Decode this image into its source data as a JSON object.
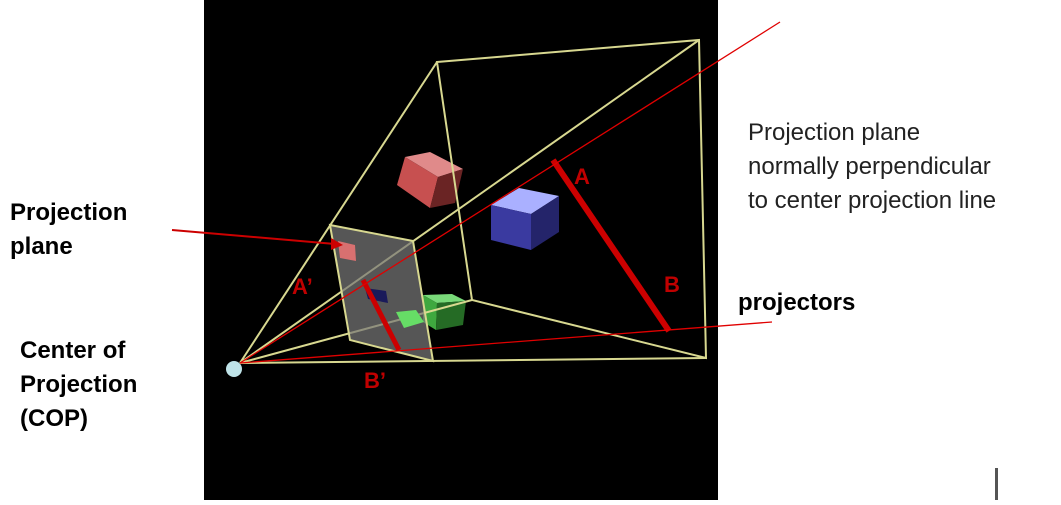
{
  "labels": {
    "projection_plane_left": "Projection\nplane",
    "cop": "Center of\nProjection\n(COP)",
    "projection_plane_right": "Projection plane\nnormally perpendicular\nto center projection line",
    "projectors": "projectors",
    "point_a": "A",
    "point_b": "B",
    "point_a_prime": "A’",
    "point_b_prime": "B’"
  },
  "colors": {
    "background_panel": "#000000",
    "frustum_lines": "#d8d890",
    "projector_lines": "#e00000",
    "segment_ab": "#cc0000",
    "cop_point": "#bfe3e8",
    "red_cube": "#c75050",
    "blue_cube": "#5a5ab8",
    "green_cube": "#3fa83f",
    "label_red": "#c00000"
  }
}
